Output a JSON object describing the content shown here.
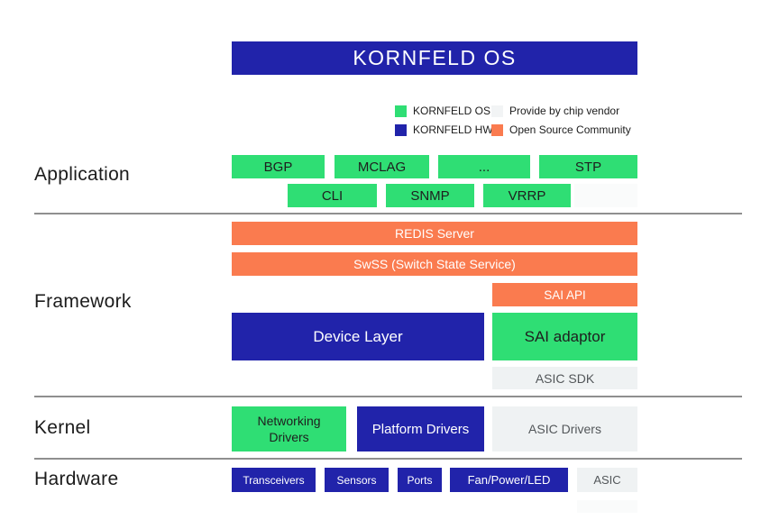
{
  "title": "KORNFELD OS",
  "legend": [
    {
      "label": "KORNFELD OS",
      "color_key": "kornfeld_os_green"
    },
    {
      "label": "Provide by chip vendor",
      "color_key": "chip_vendor_gray"
    },
    {
      "label": "KORNFELD HW",
      "color_key": "kornfeld_hw_blue"
    },
    {
      "label": "Open Source Community",
      "color_key": "open_source_orange"
    }
  ],
  "colors": {
    "kornfeld_os_green": "#2FDE74",
    "kornfeld_hw_blue": "#2123AA",
    "chip_vendor_gray": "#EFF2F3",
    "open_source_orange": "#FA7B4F"
  },
  "sections": {
    "application": {
      "label": "Application",
      "row1": [
        {
          "label": "BGP"
        },
        {
          "label": "MCLAG"
        },
        {
          "label": "..."
        },
        {
          "label": "STP"
        }
      ],
      "row2": [
        {
          "label": "CLI"
        },
        {
          "label": "SNMP"
        },
        {
          "label": "VRRP"
        }
      ]
    },
    "framework": {
      "label": "Framework",
      "redis": "REDIS Server",
      "swss": "SwSS (Switch State Service)",
      "sai_api": "SAI API",
      "device_layer": "Device Layer",
      "sai_adaptor": "SAI adaptor",
      "asic_sdk": "ASIC SDK"
    },
    "kernel": {
      "label": "Kernel",
      "networking_drivers": "Networking Drivers",
      "platform_drivers": "Platform Drivers",
      "asic_drivers": "ASIC Drivers"
    },
    "hardware": {
      "label": "Hardware",
      "transceivers": "Transceivers",
      "sensors": "Sensors",
      "ports": "Ports",
      "fan_power_led": "Fan/Power/LED",
      "asic": "ASIC"
    }
  }
}
